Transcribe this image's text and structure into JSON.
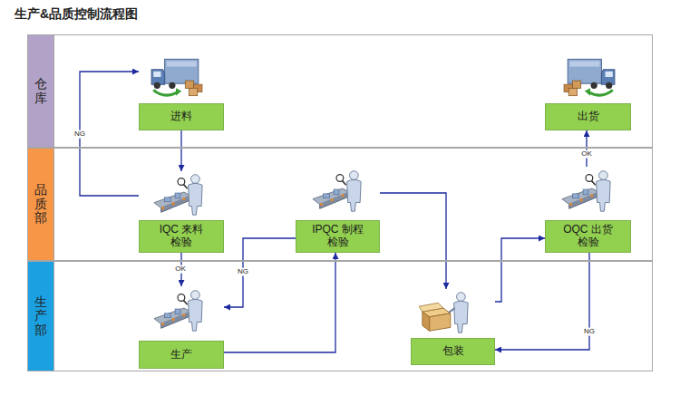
{
  "diagram": {
    "title": "生产&品质控制流程图",
    "nodes": [
      {
        "text": [
          "仓库"
        ]
      },
      {
        "text": [
          "进料"
        ],
        "in": 0
      },
      {
        "text": [
          "出货"
        ],
        "in": 0
      },
      {
        "text": [
          "品质部"
        ]
      },
      {
        "text": [
          "IQC 来料检验"
        ],
        "in": 3
      },
      {
        "text": [
          "IPQC 制程检验"
        ],
        "in": 3
      },
      {
        "text": [
          "OQC 出货检验"
        ],
        "in": 3
      },
      {
        "text": [
          "生产部"
        ]
      },
      {
        "text": [
          "生产"
        ],
        "in": 7
      },
      {
        "text": [
          "包装"
        ],
        "in": 7
      }
    ],
    "edges": [
      {
        "from": 1,
        "to": 4,
        "arrow": "to"
      },
      {
        "from": 4,
        "to": 1,
        "label": "NG",
        "arrow": "to"
      },
      {
        "from": 4,
        "to": 8,
        "label": "OK",
        "arrow": "to"
      },
      {
        "from": 8,
        "to": 5,
        "arrow": "to"
      },
      {
        "from": 5,
        "to": 8,
        "label": "NG",
        "arrow": "to"
      },
      {
        "from": 5,
        "to": 9,
        "arrow": "to"
      },
      {
        "from": 9,
        "to": 6,
        "arrow": "to"
      },
      {
        "from": 6,
        "to": 9,
        "label": "NG",
        "arrow": "to"
      },
      {
        "from": 6,
        "to": 2,
        "label": "OK",
        "arrow": "to"
      }
    ]
  }
}
